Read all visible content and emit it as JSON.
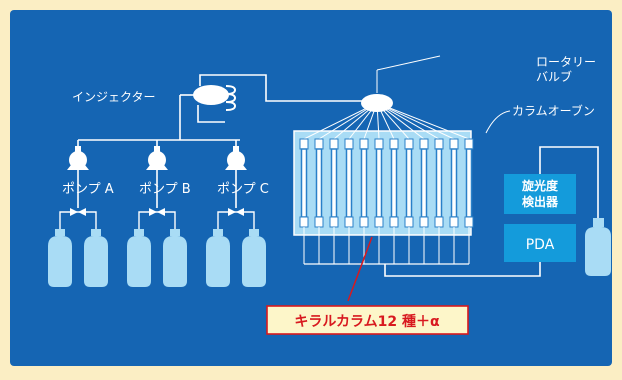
{
  "labels": {
    "injector": "インジェクター",
    "rotary_valve_line1": "ロータリー",
    "rotary_valve_line2": "バルブ",
    "column_oven": "カラムオーブン",
    "pump_a": "ポンプ A",
    "pump_b": "ポンプ B",
    "pump_c": "ポンプ C",
    "polarimetric_detector_line1": "旋光度",
    "polarimetric_detector_line2": "検出器",
    "pda": "PDA",
    "chiral_columns_callout": "キラルカラム12 種＋α"
  },
  "diagram": {
    "column_count": 12
  },
  "colors": {
    "frame_bg": "#fbeec4",
    "panel_blue": "#1565b3",
    "line_white": "#ffffff",
    "oven_fill": "#a9dcf5",
    "column_blue": "#2a80c8",
    "device_blue": "#149bdb",
    "callout_fill": "#fdf6c9",
    "callout_border": "#d8191f",
    "callout_text": "#d8191f"
  },
  "icons": {
    "pump": "pump-icon",
    "solvent_bottle": "bottle-icon",
    "mixing_valve": "valve-icon",
    "injector": "injector-icon",
    "rotary_valve": "rotary-valve-icon"
  }
}
